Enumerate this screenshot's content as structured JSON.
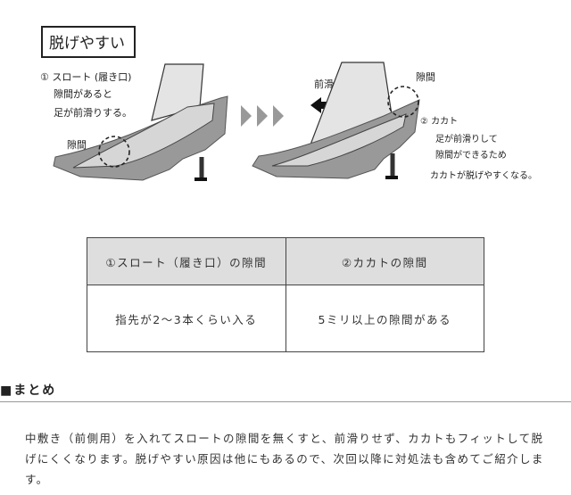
{
  "illustration": {
    "title": "脱げやすい",
    "left_note_line1": "① スロート (履き口)",
    "left_note_line2": "隙間があると",
    "left_note_line3": "足が前滑りする。",
    "left_gap_label": "隙間",
    "arrow_label": "前滑り",
    "right_gap_label": "隙間",
    "right_note_line1": "② カカト",
    "right_note_line2": "足が前滑りして",
    "right_note_line3": "隙間ができるため",
    "right_note_line4": "カカトが脱げやすくなる。"
  },
  "table": {
    "headers": [
      "①スロート（履き口）の隙間",
      "②カカトの隙間"
    ],
    "cells": [
      "指先が2〜3本くらい入る",
      "5ミリ以上の隙間がある"
    ]
  },
  "summary": {
    "heading": "■まとめ",
    "body": "中敷き（前側用）を入れてスロートの隙間を無くすと、前滑りせず、カカトもフィットして脱げにくくなります。脱げやすい原因は他にもあるので、次回以降に対処法も含めてご紹介します。"
  }
}
